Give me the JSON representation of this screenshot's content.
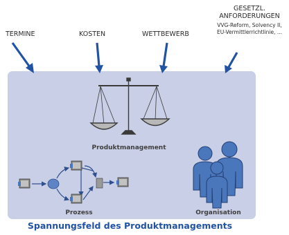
{
  "forces": {
    "termine": "TERMINE",
    "kosten": "KOSTEN",
    "wettbewerb": "WETTBEWERB",
    "gesetzl_line1": "GESETZL.",
    "gesetzl_line2": "ANFORDERUNGEN",
    "gesetzl_sub1": "VVG-Reform, Solvency II,",
    "gesetzl_sub2": "EU-Vermittlerrichtlinie, ..."
  },
  "labels": {
    "produktmanagement": "Produktmanagement",
    "prozess": "Prozess",
    "organisation": "Organisation"
  },
  "caption": "Spannungsfeld des Produktmanagements",
  "colors": {
    "arrow": "#2153a4",
    "panel": "#c9cfe6",
    "scale": "#3a3a3a",
    "people": "#4a76bb",
    "caption": "#2153a4"
  },
  "icons": [
    "arrow-icon",
    "balance-scale-icon",
    "document-icon",
    "people-icon"
  ]
}
